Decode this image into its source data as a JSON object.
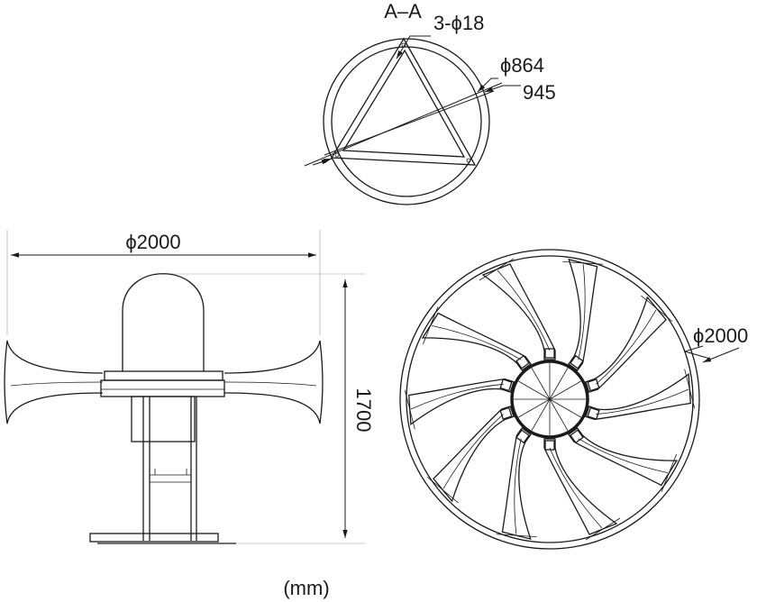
{
  "section": {
    "title": "A–A",
    "holes": "3-ϕ18",
    "inner_diameter": "ϕ864",
    "chord": "945"
  },
  "side_view": {
    "width": "ϕ2000",
    "height": "1700"
  },
  "top_view": {
    "diameter": "ϕ2000"
  },
  "units": "(mm)",
  "top_view_horn_count": 10
}
